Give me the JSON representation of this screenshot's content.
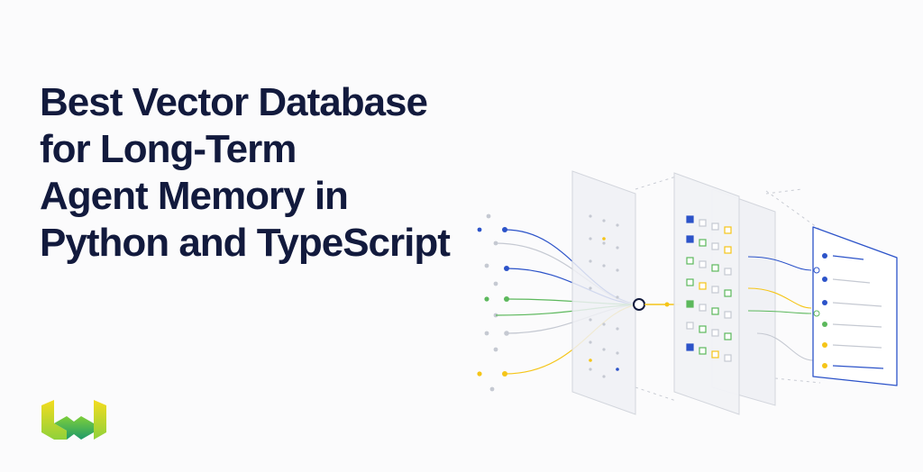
{
  "hero": {
    "title_lines": [
      "Best Vector Database",
      "for Long-Term",
      "Agent Memory in",
      "Python and TypeScript"
    ]
  },
  "logo": {
    "icon": "w-logo-icon",
    "colors": [
      "#f2d21b",
      "#6cc43a",
      "#1e9a6a"
    ]
  },
  "illustration": {
    "icon": "vector-pipeline-illustration",
    "colors": {
      "blue": "#2c53c9",
      "green": "#5cb85c",
      "yellow": "#f5c518",
      "gray": "#c5c9d2",
      "navy": "#121a3d"
    }
  }
}
